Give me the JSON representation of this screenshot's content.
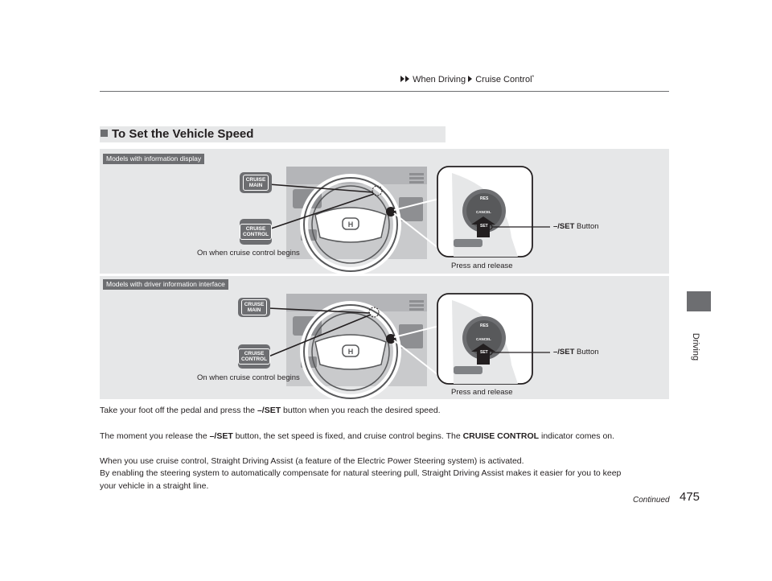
{
  "header": {
    "crumb1": "When Driving",
    "crumb2": "Cruise Control",
    "crumb_sup": "*"
  },
  "side_tab": {
    "label": "Driving"
  },
  "section": {
    "title": "To Set the Vehicle Speed"
  },
  "figure1": {
    "tag": "Models with information display",
    "ind_main_l1": "CRUISE",
    "ind_main_l2": "MAIN",
    "ind_ctrl_l1": "CRUISE",
    "ind_ctrl_l2": "CONTROL",
    "caption_on": "On when cruise control begins",
    "button_bold": "–/SET",
    "button_rest": " Button",
    "caption_press": "Press and release",
    "btn_res": "RES",
    "btn_cancel": "CANCEL",
    "btn_set": "SET"
  },
  "figure2": {
    "tag": "Models with driver information interface",
    "ind_main_l1": "CRUISE",
    "ind_main_l2": "MAIN",
    "ind_ctrl_l1": "CRUISE",
    "ind_ctrl_l2": "CONTROL",
    "caption_on": "On when cruise control begins",
    "button_bold": "–/SET",
    "button_rest": " Button",
    "caption_press": "Press and release",
    "btn_res": "RES",
    "btn_cancel": "CANCEL",
    "btn_set": "SET"
  },
  "body": {
    "p1_a": "Take your foot off the pedal and press the ",
    "p1_b": "–/SET",
    "p1_c": " button when you reach the desired speed.",
    "p2_a": "The moment you release the ",
    "p2_b": "–/SET",
    "p2_c": " button, the set speed is fixed, and cruise control begins. The ",
    "p2_d": "CRUISE CONTROL",
    "p2_e": " indicator comes on.",
    "p3": "When you use cruise control, Straight Driving Assist (a feature of the Electric Power Steering system) is activated.",
    "p4": "By enabling the steering system to automatically compensate for natural steering pull, Straight Driving Assist makes it easier for you to keep",
    "p5": "your vehicle in a straight line."
  },
  "footer": {
    "continued": "Continued",
    "page": "475"
  }
}
